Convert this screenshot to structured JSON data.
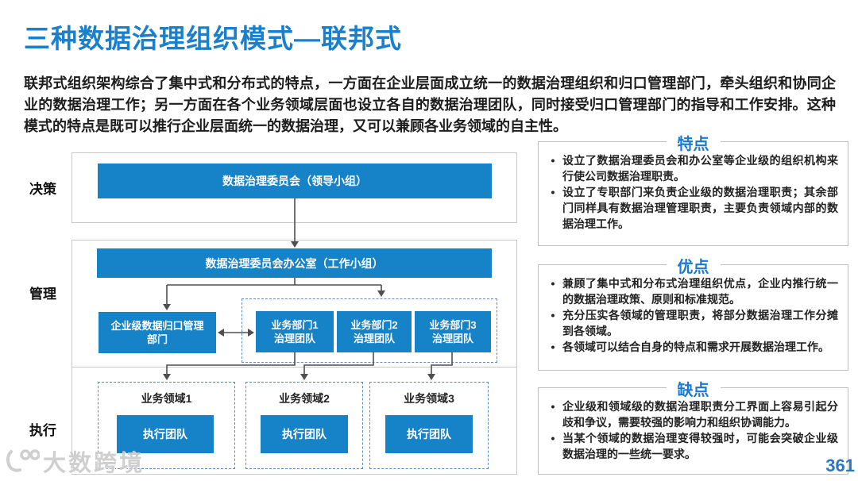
{
  "page": {
    "title": "三种数据治理组织模式—联邦式",
    "number": "361",
    "watermark": "大数跨境"
  },
  "intro": "联邦式组织架构综合了集中式和分布式的特点，一方面在企业层面成立统一的数据治理组织和归口管理部门，牵头组织和协同企业的数据治理工作；另一方面在各个业务领域层面也设立各自的数据治理团队，同时接受归口管理部门的指导和工作安排。这种模式的特点是既可以推行企业层面统一的数据治理，又可以兼顾各业务领域的自主性。",
  "ui": {
    "bullet_char": "•"
  },
  "colors": {
    "title_blue": "#1b80cc",
    "box_blue": "#1682c8",
    "panel_title_blue": "#1a7ad2",
    "page_number_blue": "#2b76cc",
    "arrow_gray": "#4f4f4f",
    "container_border_gray": "#c9c9c9",
    "dashed_border_blue": "#5f8cc0",
    "watermark_gray": "#cdcdcd"
  },
  "diagram": {
    "row_labels": [
      "决策",
      "管理",
      "执行"
    ],
    "committee": "数据治理委员会（领导小组）",
    "office": "数据治理委员会办公室（工作小组）",
    "centralized_dept": "企业级数据归口管理部门",
    "dept_teams": [
      {
        "line1": "业务部门1",
        "line2": "治理团队"
      },
      {
        "line1": "业务部门2",
        "line2": "治理团队"
      },
      {
        "line1": "业务部门3",
        "line2": "治理团队"
      }
    ],
    "domains": [
      {
        "label": "业务领域1",
        "team": "执行团队"
      },
      {
        "label": "业务领域2",
        "team": "执行团队"
      },
      {
        "label": "业务领域3",
        "team": "执行团队"
      }
    ]
  },
  "panels": [
    {
      "title": "特点",
      "bullets": [
        "设立了数据治理委员会和办公室等企业级的组织机构来行使公司数据治理职责。",
        "设立了专职部门来负责企业级的数据治理职责；其余部门同样具有数据治理管理职责，主要负责领域内部的数据治理工作。"
      ]
    },
    {
      "title": "优点",
      "bullets": [
        "兼顾了集中式和分布式治理组织优点，企业内推行统一的数据治理政策、原则和标准规范。",
        "充分压实各领域的管理职责，将部分数据治理工作分摊到各领域。",
        "各领域可以结合自身的特点和需求开展数据治理工作。"
      ]
    },
    {
      "title": "缺点",
      "bullets": [
        "企业级和领域级的数据治理职责分工界面上容易引起分歧和争议，需要较强的影响力和组织协调能力。",
        "当某个领域的数据治理变得较强时，可能会突破企业级数据治理的一些统一要求。"
      ]
    }
  ]
}
